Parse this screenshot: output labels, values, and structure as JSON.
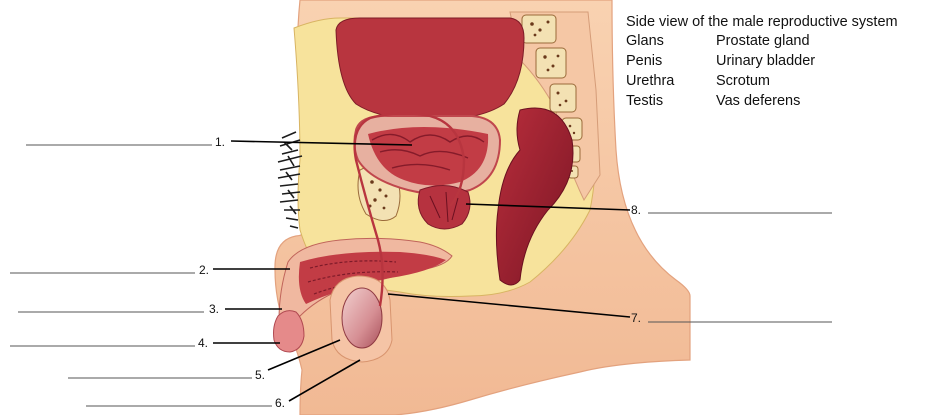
{
  "word_bank": {
    "title": "Side view of the male reproductive system",
    "terms": [
      "Glans",
      "Prostate gland",
      "Penis",
      "Urinary bladder",
      "Urethra",
      "Scrotum",
      "Testis",
      "Vas deferens"
    ]
  },
  "labels": {
    "n1": "1.",
    "n2": "2.",
    "n3": "3.",
    "n4": "4.",
    "n5": "5.",
    "n6": "6.",
    "n7": "7.",
    "n8": "8."
  },
  "colors": {
    "skin": "#f6c7a3",
    "skin_edge": "#e3a27e",
    "fat": "#f7e39c",
    "fat_edge": "#d8b462",
    "tissue": "#c4424c",
    "tissue_dark": "#8c1d2c",
    "bone": "#f3e1b3",
    "marrow": "#6b3a1c",
    "hair": "#1c1c1c",
    "line": "#000000"
  }
}
